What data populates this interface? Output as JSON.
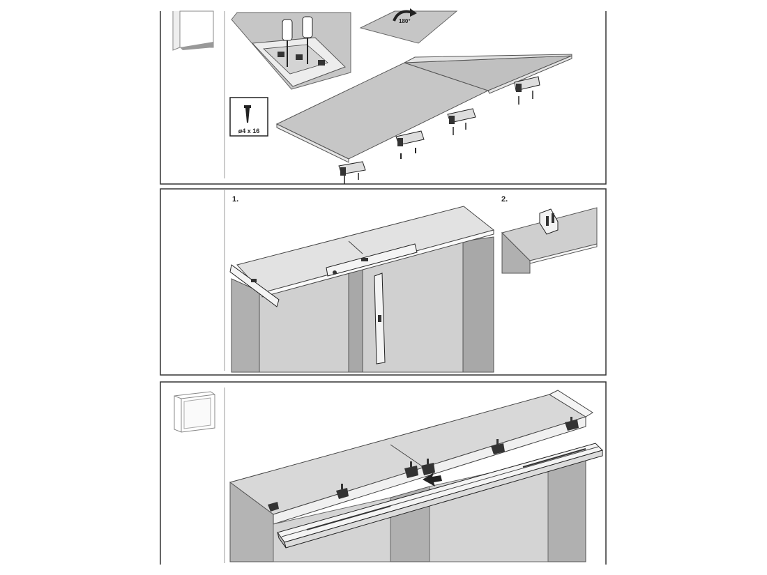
{
  "panels": [
    {
      "step": "",
      "hardware_label": "ø4 x 16",
      "rotation_label": "180°",
      "hardware_icon": "screw-icon",
      "thumbnail_icon": "wardrobe-outline-icon"
    },
    {
      "sub_step_1": "1.",
      "sub_step_2": "2.",
      "tool_icon": "spirit-level-icon"
    },
    {
      "thumbnail_icon": "wardrobe-outline-icon",
      "arrow_icon": "push-arrow-icon",
      "part_icon": "sliding-door-rail-icon"
    }
  ],
  "colors": {
    "panel_fill": "#c8c8c8",
    "panel_light": "#e2e2e2",
    "panel_dark": "#a9a9a9",
    "line": "#222222",
    "frame": "#333333"
  }
}
